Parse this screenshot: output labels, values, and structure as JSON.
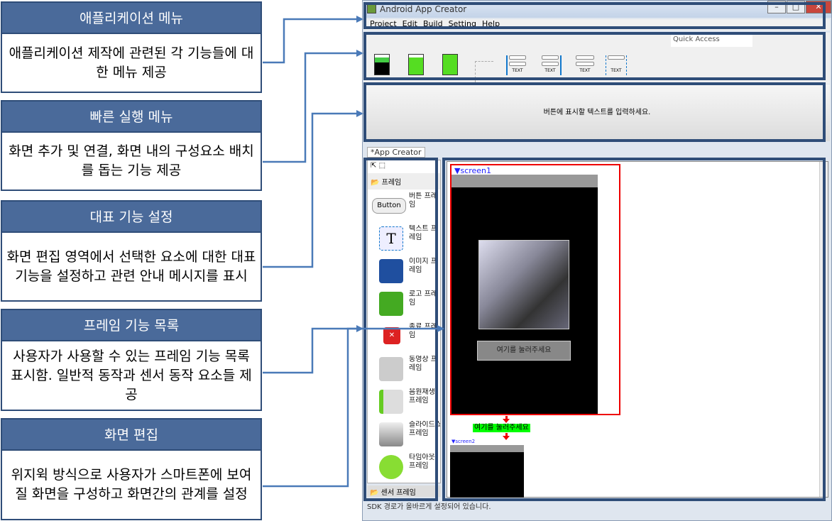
{
  "callouts": [
    {
      "title": "애플리케이션 메뉴",
      "body": "애플리케이션 제작에 관련된 각 기능들에 대한 메뉴 제공"
    },
    {
      "title": "빠른 실행 메뉴",
      "body": "화면 추가 및 연결, 화면 내의 구성요소 배치를 돕는 기능 제공"
    },
    {
      "title": "대표 기능 설정",
      "body": "화면 편집 영역에서 선택한 요소에 대한 대표 기능을 설정하고 관련 안내 메시지를 표시"
    },
    {
      "title": "프레임 기능 목록",
      "body": "사용자가 사용할 수 있는 프레임 기능 목록 표시함. 일반적 동작과 센서 동작 요소들 제공"
    },
    {
      "title": "화면 편집",
      "body": "위지윅 방식으로 사용자가 스마트폰에 보여질 화면을 구성하고 화면간의 관계를 설정"
    }
  ],
  "window": {
    "title": "Android App Creator",
    "menu": [
      "Project",
      "Edit",
      "Build",
      "Setting",
      "Help"
    ],
    "quick_access": "Quick Access",
    "toolbar_text": "TEXT",
    "hint": "버튼에 표시할 텍스트를 입력하세요.",
    "tab": "*App Creator",
    "palette": {
      "header": "프레임",
      "items": [
        "버튼 프레임",
        "텍스트 프레임",
        "이미지 프레임",
        "로고 프레임",
        "종료 프레임",
        "동영상 프레임",
        "음원재생 프레임",
        "슬라이드쇼 프레임",
        "타임아웃 프레임"
      ],
      "button_icon_text": "Button",
      "sensor": "센서 프레임"
    },
    "canvas": {
      "screen1": "▼screen1",
      "screen2": "▼screen2",
      "button_text": "여기를 눌러주세요",
      "link_label": "여기를 눌러주세요"
    },
    "status": "SDK 경로가 올바르게 설정되어 있습니다."
  },
  "colors": {
    "callout_header": "#4a6a9a",
    "border": "#2f4d78",
    "selection": "#ee0000",
    "link_label_bg": "#00ff00"
  }
}
